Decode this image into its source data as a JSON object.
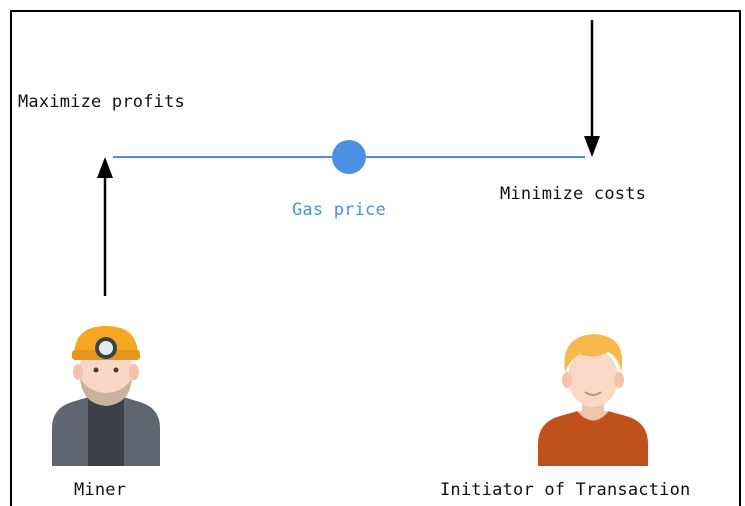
{
  "labels": {
    "maximize": "Maximize profits",
    "minimize": "Minimize costs",
    "gas": "Gas price",
    "miner": "Miner",
    "initiator": "Initiator of Transaction"
  },
  "colors": {
    "line": "#4a90e2",
    "gas_point": "#4a90e2",
    "arrow": "#000000",
    "helmet": "#f5a623",
    "hair": "#f6b94a",
    "shirt_orange": "#c0511d",
    "skin": "#f9d7c4",
    "jacket": "#5f6670",
    "shirt_dark": "#3c4047"
  },
  "icons": {
    "miner": "miner-avatar-icon",
    "initiator": "person-avatar-icon"
  }
}
